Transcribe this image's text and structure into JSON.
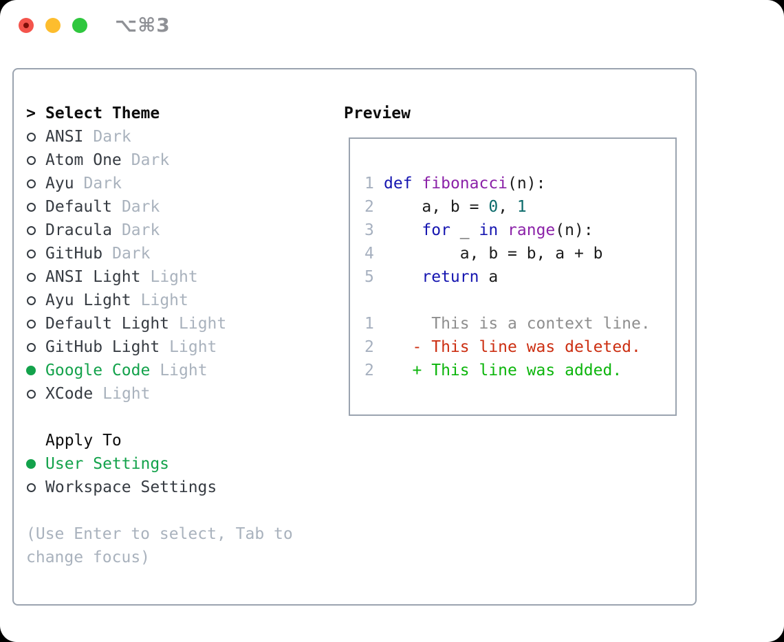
{
  "window": {
    "titlebar": {
      "shortcut": "⌥⌘3",
      "traffic_lights": {
        "close": "#f4544c",
        "close_dot": "#7e0f08",
        "minimize": "#fdbd2e",
        "zoom": "#2fc73e"
      }
    }
  },
  "palette": {
    "panel-border": "#9aa3af",
    "text-dark": "#363b42",
    "text-black": "#0d0d0d",
    "text-muted": "#a9b2bd",
    "green": "#13a24b",
    "line-number": "#a6b0bf",
    "kw": "#1515b0",
    "fn": "#8b22a8",
    "num": "#0a6a6a",
    "pl": "#1c1c1c",
    "ctx": "#8e8e8e",
    "del": "#cc2f12",
    "add": "#0cb50c",
    "shortcut": "#8f9196"
  },
  "theme_list": {
    "header": {
      "caret": ">",
      "label": "Select Theme"
    },
    "items": [
      {
        "label": "ANSI",
        "tag": "Dark",
        "selected": false
      },
      {
        "label": "Atom One",
        "tag": "Dark",
        "selected": false
      },
      {
        "label": "Ayu",
        "tag": "Dark",
        "selected": false
      },
      {
        "label": "Default",
        "tag": "Dark",
        "selected": false
      },
      {
        "label": "Dracula",
        "tag": "Dark",
        "selected": false
      },
      {
        "label": "GitHub",
        "tag": "Dark",
        "selected": false
      },
      {
        "label": "ANSI Light",
        "tag": "Light",
        "selected": false
      },
      {
        "label": "Ayu Light",
        "tag": "Light",
        "selected": false
      },
      {
        "label": "Default Light",
        "tag": "Light",
        "selected": false
      },
      {
        "label": "GitHub Light",
        "tag": "Light",
        "selected": false
      },
      {
        "label": "Google Code",
        "tag": "Light",
        "selected": true
      },
      {
        "label": "XCode",
        "tag": "Light",
        "selected": false
      }
    ]
  },
  "apply_to": {
    "label": "Apply To",
    "options": [
      {
        "label": "User Settings",
        "selected": true
      },
      {
        "label": "Workspace Settings",
        "selected": false
      }
    ]
  },
  "help_lines": [
    "(Use Enter to select, Tab to",
    "change focus)"
  ],
  "preview": {
    "label": "Preview",
    "lines": [
      {
        "num": "1",
        "tokens": [
          {
            "text": "def",
            "type": "kw"
          },
          {
            "text": " ",
            "type": "pl"
          },
          {
            "text": "fibonacci",
            "type": "fn"
          },
          {
            "text": "(n):",
            "type": "pl"
          }
        ]
      },
      {
        "num": "2",
        "tokens": [
          {
            "text": "    a, b = ",
            "type": "pl"
          },
          {
            "text": "0",
            "type": "num"
          },
          {
            "text": ", ",
            "type": "pl"
          },
          {
            "text": "1",
            "type": "num"
          }
        ]
      },
      {
        "num": "3",
        "tokens": [
          {
            "text": "    ",
            "type": "pl"
          },
          {
            "text": "for",
            "type": "kw"
          },
          {
            "text": " _ ",
            "type": "pl"
          },
          {
            "text": "in",
            "type": "kw"
          },
          {
            "text": " ",
            "type": "pl"
          },
          {
            "text": "range",
            "type": "fn"
          },
          {
            "text": "(n):",
            "type": "pl"
          }
        ]
      },
      {
        "num": "4",
        "tokens": [
          {
            "text": "        a, b = b, a + b",
            "type": "pl"
          }
        ]
      },
      {
        "num": "5",
        "tokens": [
          {
            "text": "    ",
            "type": "pl"
          },
          {
            "text": "return",
            "type": "kw"
          },
          {
            "text": " a",
            "type": "pl"
          }
        ]
      },
      {
        "num": "",
        "tokens": []
      },
      {
        "num": "1",
        "tokens": [
          {
            "text": "     This is a context line.",
            "type": "ctx"
          }
        ]
      },
      {
        "num": "2",
        "tokens": [
          {
            "text": "   - This line was deleted.",
            "type": "del"
          }
        ]
      },
      {
        "num": "2",
        "tokens": [
          {
            "text": "   + This line was added.",
            "type": "add"
          }
        ]
      }
    ]
  }
}
